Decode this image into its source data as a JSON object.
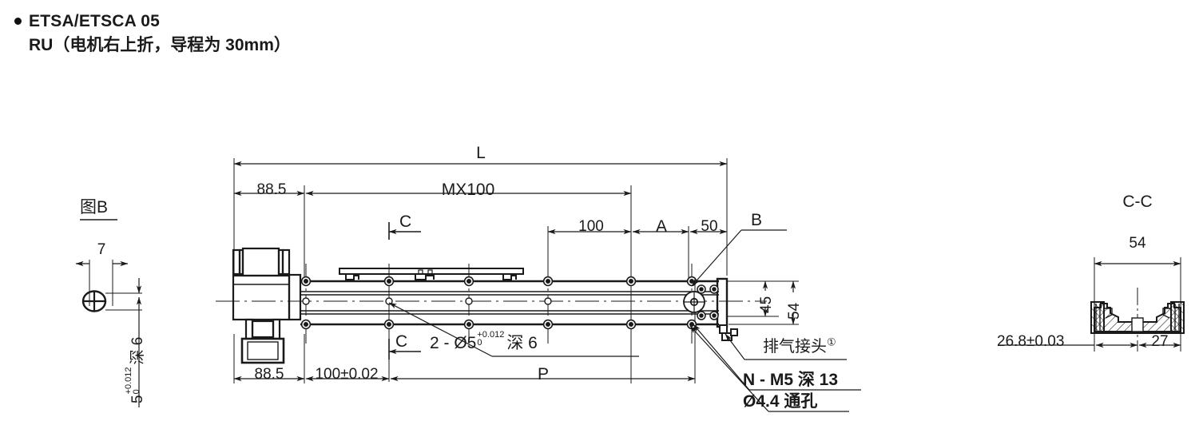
{
  "title": {
    "bullet": "●",
    "model": "ETSA/ETSCA 05",
    "variant": "RU（电机右上折，导程为 30mm）"
  },
  "detail_b": {
    "label": "图B",
    "width_dim": "7",
    "depth_text": "深 6",
    "hole_size": "5",
    "tol_upper": "+0.012",
    "tol_lower": "0"
  },
  "main_view": {
    "dims": {
      "overall_length": "L",
      "motor_offset": "88.5",
      "pitch_total": "MX100",
      "pitch_step": "100",
      "a_dim": "A",
      "end_dim": "50",
      "height_inner": "45",
      "height_outer": "54",
      "bottom_offset": "88.5",
      "bottom_pitch": "100±0.02",
      "stroke": "P"
    },
    "section_marks": {
      "c_top": "C",
      "c_bottom": "C",
      "b_leader": "B"
    },
    "callouts": {
      "dowel_holes": {
        "prefix": "2 - Ø5",
        "tol_upper": "+0.012",
        "tol_lower": "0",
        "suffix": "深 6"
      },
      "exhaust_port": "排气接头",
      "exhaust_port_mark": "①",
      "thread_holes": "N - M5 深 13",
      "through_holes": "Ø4.4 通孔"
    }
  },
  "section_cc": {
    "label": "C-C",
    "width": "54",
    "left_dim": "26.8±0.03",
    "right_dim": "27"
  },
  "colors": {
    "line": "#1a1a1a",
    "text": "#1a1a1a",
    "background": "#ffffff"
  }
}
